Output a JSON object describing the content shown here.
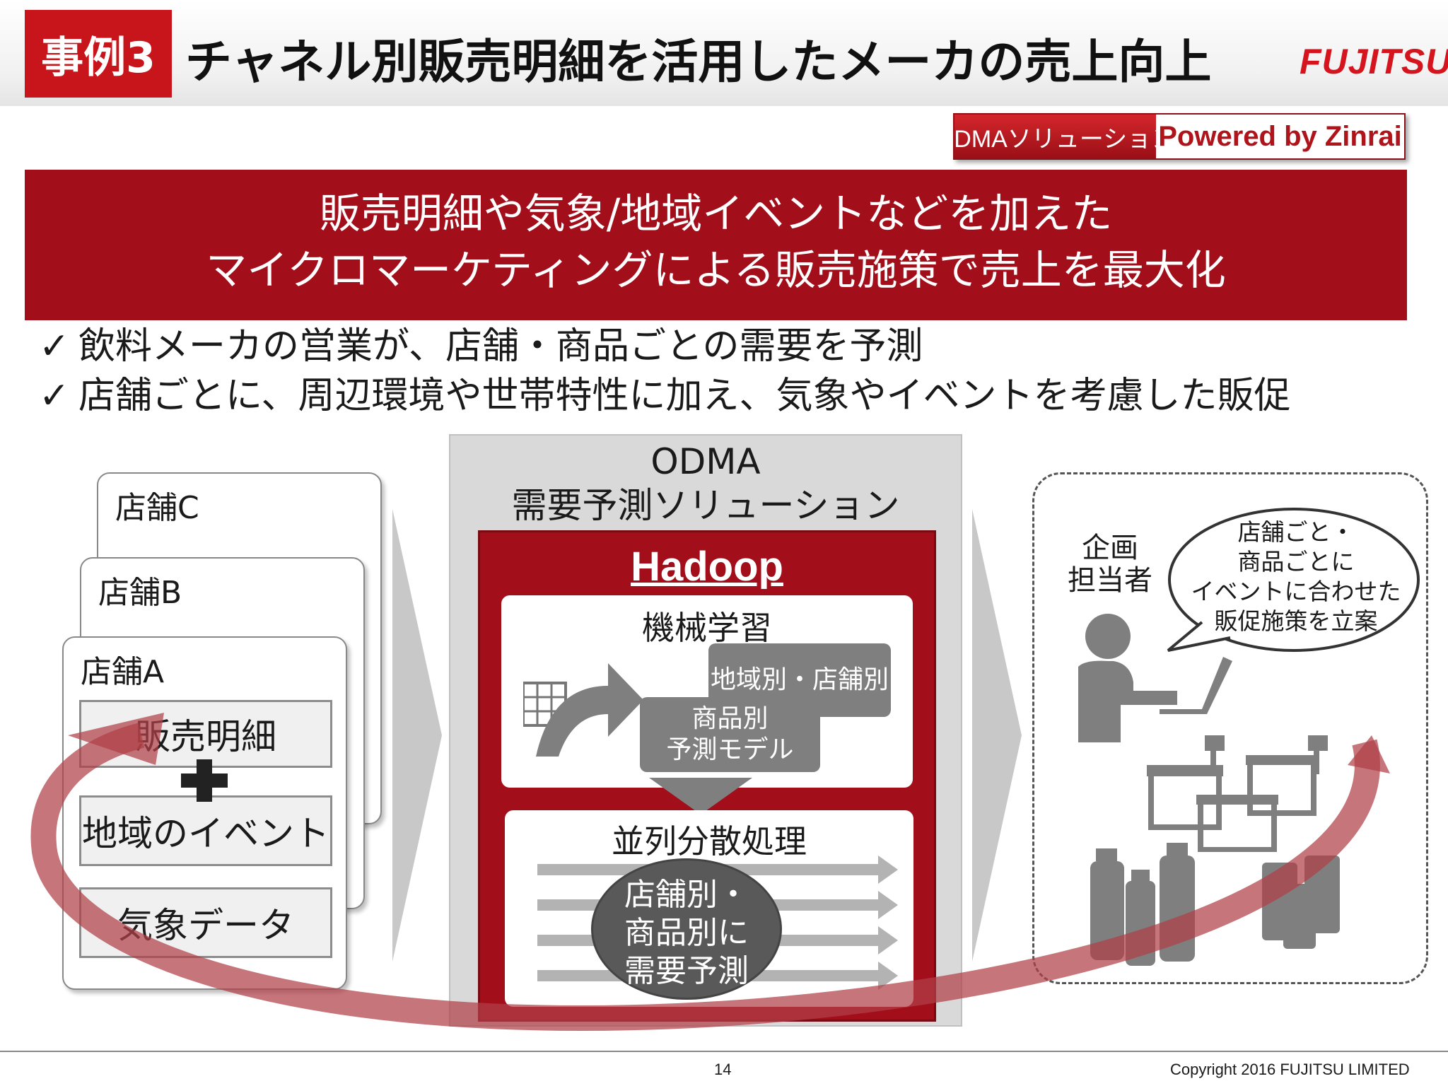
{
  "header": {
    "case_badge": "事例3",
    "title": "チャネル別販売明細を活用したメーカの売上向上",
    "brand": "FUJITSU"
  },
  "tag": {
    "left": "ODMAソリューション",
    "right": "Powered by Zinrai"
  },
  "banner": {
    "line1": "販売明細や気象/地域イベントなどを加えた",
    "line2": "マイクロマーケティングによる販売施策で売上を最大化"
  },
  "checks": [
    {
      "mark": "✓",
      "text": "飲料メーカの営業が、店舗・商品ごとの需要を予測"
    },
    {
      "mark": "✓",
      "text": "店舗ごとに、周辺環境や世帯特性に加え、気象やイベントを考慮した販促"
    }
  ],
  "stores": {
    "c": "店舗C",
    "b": "店舗B",
    "a": "店舗A",
    "items": [
      "販売明細",
      "地域のイベント",
      "気象データ"
    ]
  },
  "odma": {
    "title_line1": "ODMA",
    "title_line2": "需要予測ソリューション",
    "hadoop": "Hadoop",
    "ml_title": "機械学習",
    "card_region": "地域別・店舗別",
    "card_model_line1": "商品別",
    "card_model_line2": "予測モデル",
    "parallel_title": "並列分散処理",
    "oval_line1": "店舗別・",
    "oval_line2": "商品別に",
    "oval_line3": "需要予測"
  },
  "right": {
    "planner_line1": "企画",
    "planner_line2": "担当者",
    "bubble_line1": "店舗ごと・",
    "bubble_line2": "商品ごとに",
    "bubble_line3": "イベントに合わせた",
    "bubble_line4": "販促施策を立案"
  },
  "footer": {
    "page": "14",
    "copyright": "Copyright 2016 FUJITSU LIMITED"
  },
  "colors": {
    "brand_red": "#c8151b",
    "banner_red": "#a30e1b",
    "arrow_red": "#b5545b",
    "gray": "#7f7f7f"
  }
}
